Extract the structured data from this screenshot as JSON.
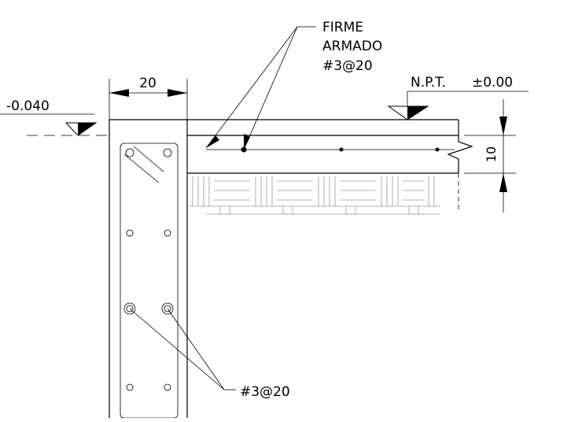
{
  "labels": {
    "firme_line1": "FIRME",
    "firme_line2": "ARMADO",
    "firme_line3": "#3@20",
    "width_dim": "20",
    "level_left": "-0.040",
    "level_right_name": "N.P.T.",
    "level_right_value": "±0.00",
    "thickness_dim": "10",
    "column_rebar": "#3@20"
  },
  "colors": {
    "line": "#000000",
    "hatch": "#9a9a9a",
    "background": "#ffffff"
  }
}
